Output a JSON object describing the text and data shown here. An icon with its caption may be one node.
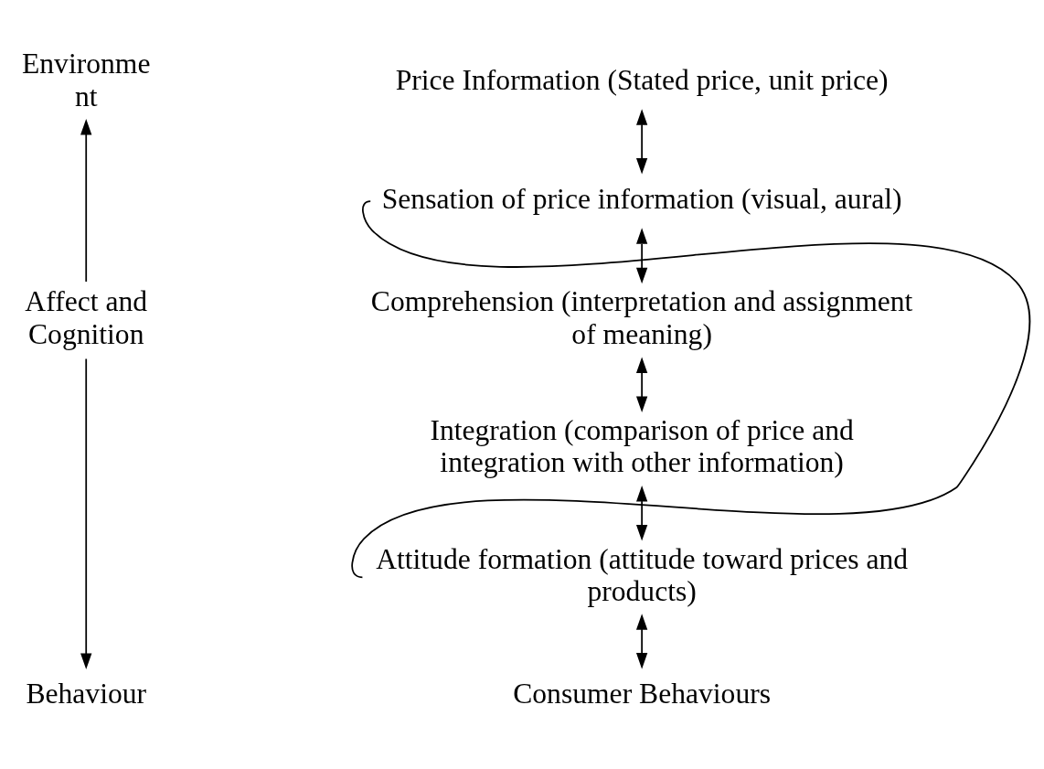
{
  "diagram": {
    "nodes": [
      {
        "text": [
          "Environme nt"
        ]
      },
      {
        "text": [
          "Affect and Cognition"
        ]
      },
      {
        "text": [
          "Behaviour"
        ]
      },
      {
        "text": [
          "Price Information (Stated price, unit price)"
        ]
      },
      {
        "text": [
          "Sensation of price information (visual, aural)"
        ]
      },
      {
        "text": [
          "Comprehension (interpretation and assignment of meaning)"
        ]
      },
      {
        "text": [
          "Integration (comparison of price and integration with other information)"
        ]
      },
      {
        "text": [
          "Attitude formation (attitude toward prices and products)"
        ]
      },
      {
        "text": [
          "Consumer Behaviours"
        ]
      }
    ],
    "edges": [
      {
        "from": 1,
        "to": 0,
        "arrow": "to"
      },
      {
        "from": 1,
        "to": 2,
        "arrow": "to"
      },
      {
        "from": 3,
        "to": 4,
        "arrow": "both"
      },
      {
        "from": 4,
        "to": 5,
        "arrow": "both"
      },
      {
        "from": 5,
        "to": 6,
        "arrow": "both"
      },
      {
        "from": 6,
        "to": 7,
        "arrow": "both"
      },
      {
        "from": 7,
        "to": 8,
        "arrow": "both"
      },
      {
        "from": 4,
        "to": 7,
        "arrow": "none"
      }
    ]
  }
}
